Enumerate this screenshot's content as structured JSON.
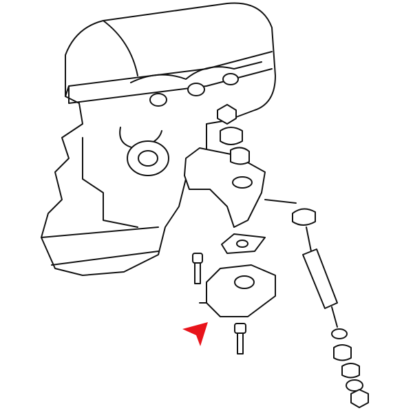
{
  "diagram": {
    "line_color": "#111111",
    "background": "#ffffff",
    "marker_color": "#e8141b",
    "marker_icon": "red-arrow-pointer-icon",
    "parts": [
      "engine-block",
      "engine-bracket",
      "nut",
      "rubber-bushing",
      "mount-plate",
      "engine-mount",
      "mount-bolt",
      "shock-absorber",
      "shock-bushings"
    ]
  }
}
